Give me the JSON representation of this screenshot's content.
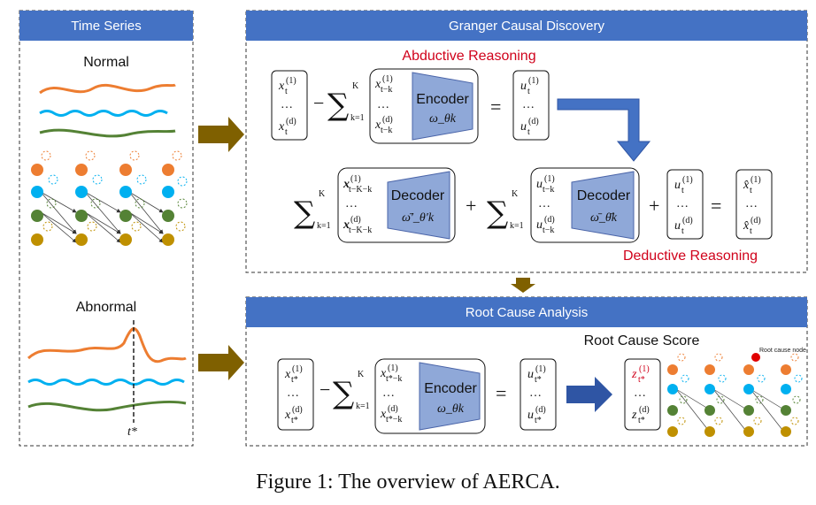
{
  "panels": {
    "time_series": {
      "title": "Time Series",
      "normal_label": "Normal",
      "abnormal_label": "Abnormal",
      "anomaly_time": "t*"
    },
    "granger": {
      "title": "Granger Causal Discovery",
      "abductive_label": "Abductive Reasoning",
      "deductive_label": "Deductive Reasoning"
    },
    "root_cause": {
      "title": "Root Cause Analysis",
      "score_label": "Root Cause Score",
      "root_node_label": "Root cause node"
    }
  },
  "modules": {
    "encoder_label": "Encoder",
    "encoder_param": "ω_θk",
    "decoder_label": "Decoder",
    "decoder1_param": "ω̄′_θ′k",
    "decoder2_param": "ω̄_θ̄k"
  },
  "caption": "Figure 1: The overview of AERCA.",
  "colors": {
    "header_blue": "#4472c4",
    "arrow_olive": "#7f6000",
    "arrow_blue": "#2f55a4",
    "series_orange": "#ed7d31",
    "series_cyan": "#00b0f0",
    "series_green": "#548235",
    "node_gold": "#bf9000",
    "accent_red": "#d0021b"
  }
}
